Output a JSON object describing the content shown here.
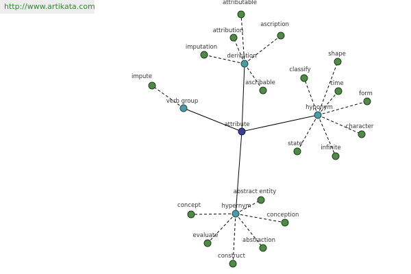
{
  "site": {
    "url_text": "http://www.artikata.com"
  },
  "colors": {
    "root": "#3b3f8f",
    "relation": "#4f9aa0",
    "leaf": "#4f8a46",
    "edge": "#000000",
    "badge_bg": "#eeeeee",
    "badge_text": "#2e8b2e"
  },
  "graph": {
    "root": {
      "id": "attribute",
      "label": "attribute"
    },
    "relations": [
      {
        "id": "derivation",
        "label": "derivation",
        "parent": "attribute",
        "leaves": [
          "attributable",
          "attribution",
          "ascription",
          "imputation",
          "ascribable"
        ]
      },
      {
        "id": "verb-group",
        "label": "verb group",
        "parent": "attribute",
        "leaves": [
          "impute"
        ]
      },
      {
        "id": "hyponym",
        "label": "hyponym",
        "parent": "attribute",
        "leaves": [
          "classify",
          "shape",
          "time",
          "form",
          "character",
          "state",
          "infinite"
        ]
      },
      {
        "id": "hypernym",
        "label": "hypernym",
        "parent": "attribute",
        "leaves": [
          "abstract entity",
          "concept",
          "conception",
          "evaluate",
          "abstraction",
          "construct"
        ]
      }
    ]
  }
}
